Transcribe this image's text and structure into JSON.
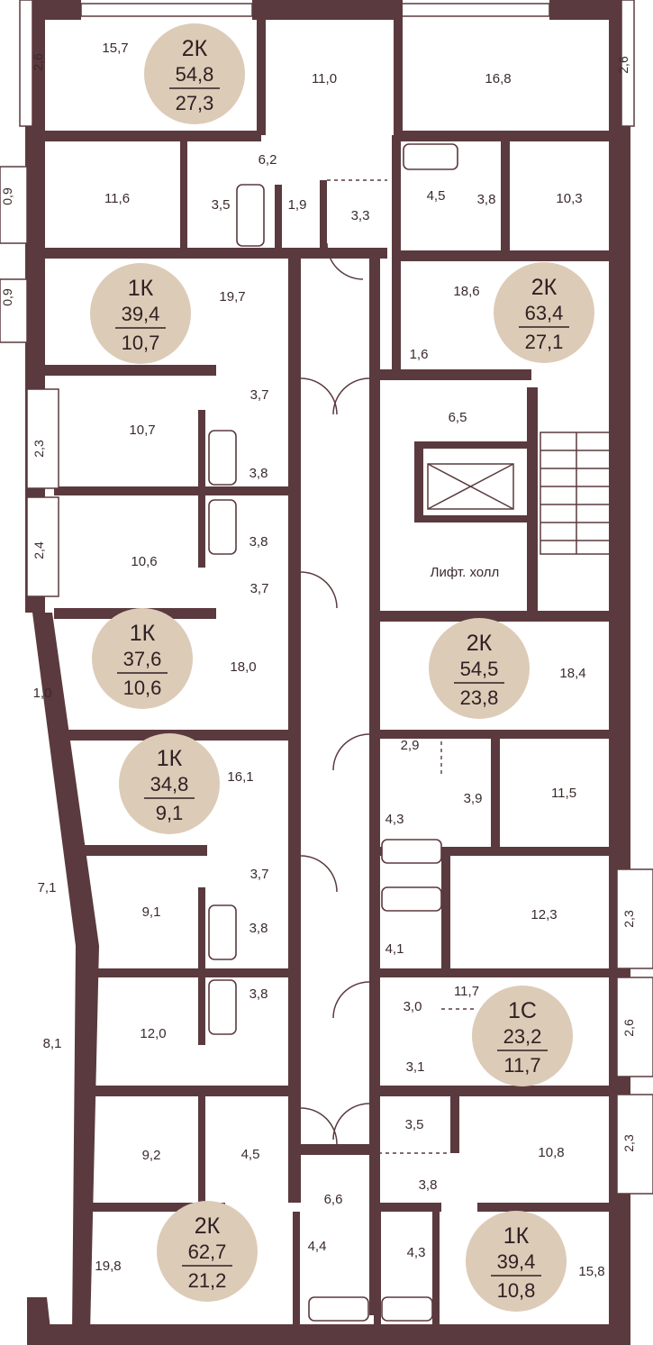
{
  "plan": {
    "lift_hall_label": "Лифт. холл",
    "apartments": [
      {
        "type": "2К",
        "total": "54,8",
        "living": "27,3"
      },
      {
        "type": "1К",
        "total": "39,4",
        "living": "10,7"
      },
      {
        "type": "2К",
        "total": "63,4",
        "living": "27,1"
      },
      {
        "type": "1К",
        "total": "37,6",
        "living": "10,6"
      },
      {
        "type": "2К",
        "total": "54,5",
        "living": "23,8"
      },
      {
        "type": "1К",
        "total": "34,8",
        "living": "9,1"
      },
      {
        "type": "1С",
        "total": "23,2",
        "living": "11,7"
      },
      {
        "type": "2К",
        "total": "62,7",
        "living": "21,2"
      },
      {
        "type": "1К",
        "total": "39,4",
        "living": "10,8"
      }
    ],
    "rooms": [
      "15,7",
      "11,0",
      "16,8",
      "6,2",
      "11,6",
      "3,5",
      "1,9",
      "3,3",
      "4,5",
      "3,8",
      "10,3",
      "19,7",
      "18,6",
      "1,6",
      "3,7",
      "10,7",
      "3,8",
      "6,5",
      "3,8",
      "10,6",
      "3,7",
      "18,0",
      "18,4",
      "2,9",
      "16,1",
      "3,9",
      "11,5",
      "4,3",
      "3,7",
      "9,1",
      "3,8",
      "12,3",
      "4,1",
      "3,8",
      "12,0",
      "3,0",
      "11,7",
      "3,1",
      "3,5",
      "9,2",
      "4,5",
      "10,8",
      "3,8",
      "6,6",
      "4,4",
      "4,3",
      "19,8",
      "15,8",
      "1,0",
      "7,1",
      "8,1"
    ],
    "balconies": [
      "2,6",
      "2,6",
      "0,9",
      "0,9",
      "2,3",
      "2,4",
      "2,3",
      "2,6",
      "2,3"
    ]
  }
}
